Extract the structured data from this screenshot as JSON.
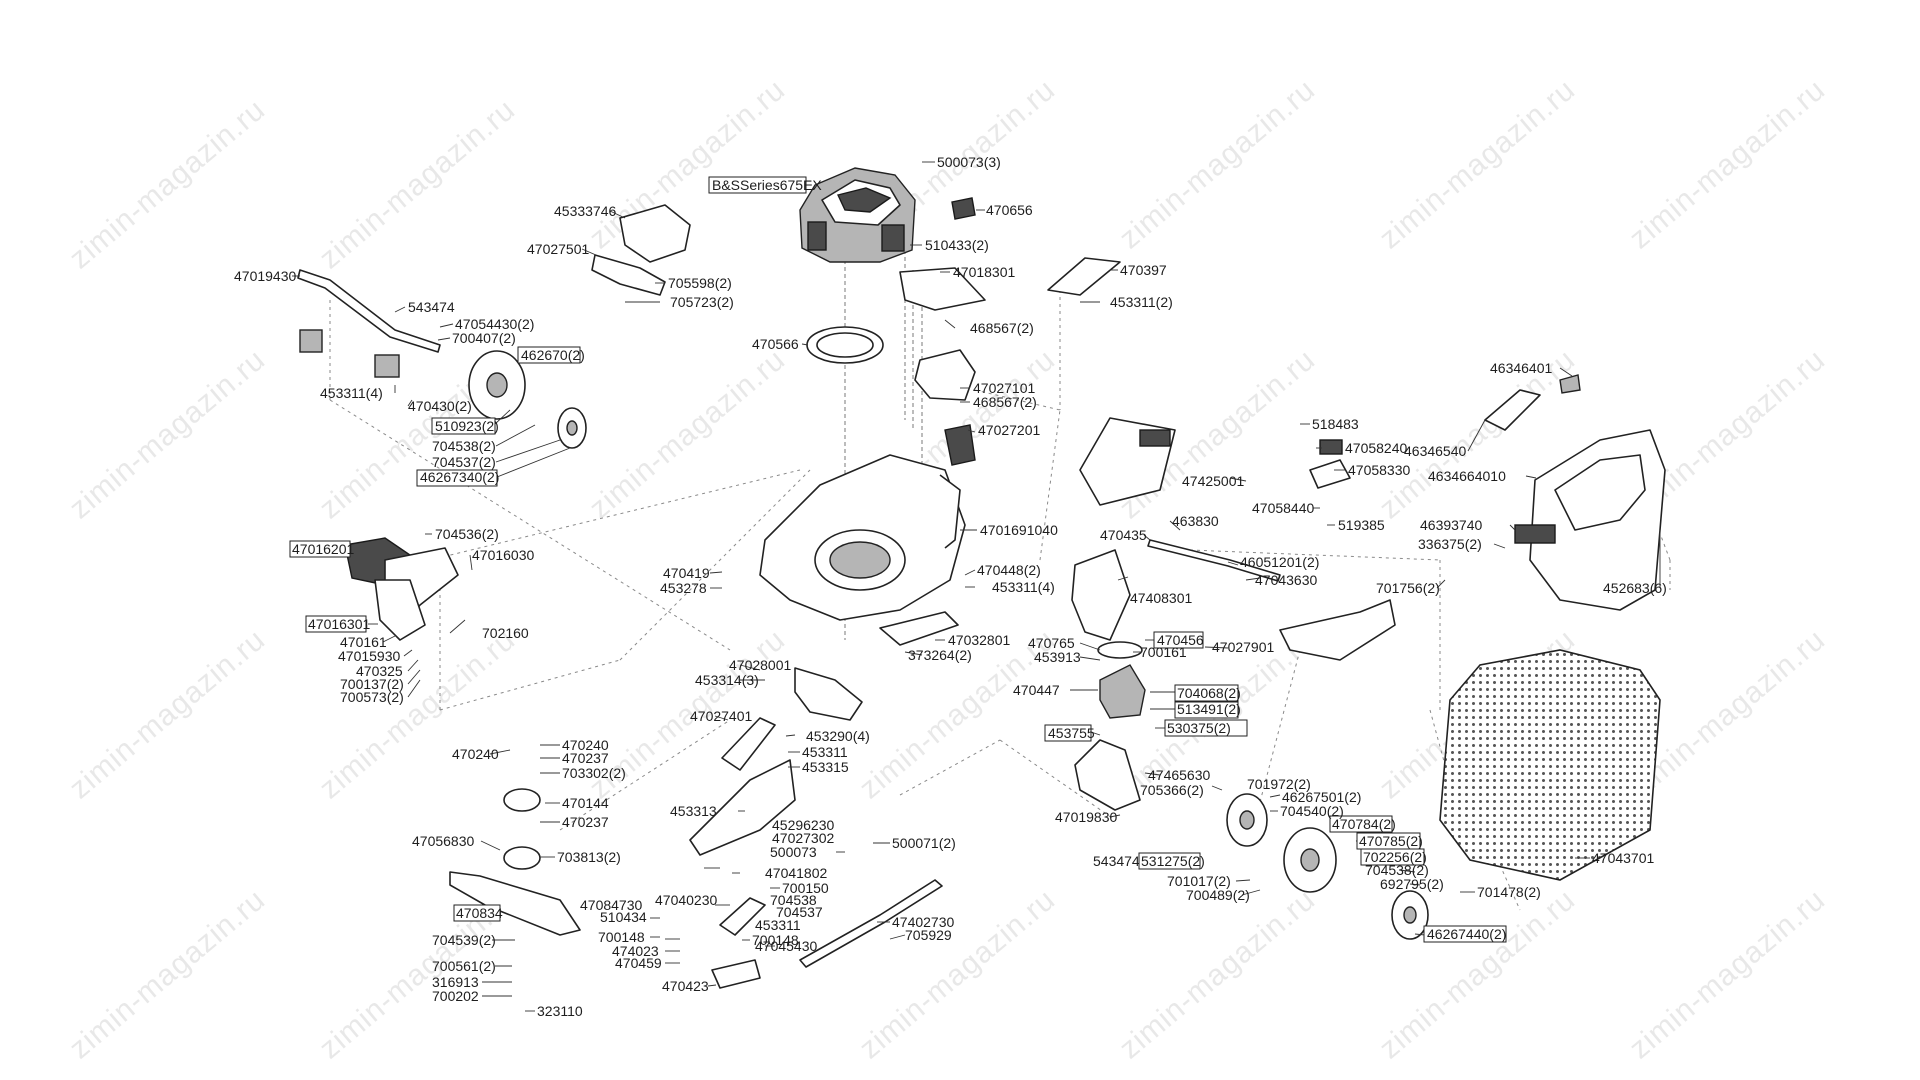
{
  "watermark": "zimin-magazin.ru",
  "engine_model": "B&SSeries675EX",
  "labels": {
    "l500073_3": "500073(3)",
    "l470656": "470656",
    "l45333746": "45333746",
    "l47027501": "47027501",
    "l510433_2": "510433(2)",
    "l47018301": "47018301",
    "l470397": "470397",
    "l453311_2": "453311(2)",
    "l705598_2": "705598(2)",
    "l705723_2": "705723(2)",
    "l47019430": "47019430",
    "l543474a": "543474",
    "l47054430_2": "47054430(2)",
    "l700407_2": "700407(2)",
    "l462670_2": "462670(2)",
    "l453311_4": "453311(4)",
    "l470430_2": "470430(2)",
    "l510923_2": "510923(2)",
    "l704538_2a": "704538(2)",
    "l704537_2a": "704537(2)",
    "l46267340_2": "46267340(2)",
    "l470566": "470566",
    "l468567_2a": "468567(2)",
    "l47027101": "47027101",
    "l468567_2b": "468567(2)",
    "l47027201": "47027201",
    "l46346401": "46346401",
    "l518483": "518483",
    "l47058240": "47058240",
    "l46346540": "46346540",
    "l4634664010": "4634664010",
    "l47058330": "47058330",
    "l47425001": "47425001",
    "l47058440": "47058440",
    "l519385": "519385",
    "l46393740": "46393740",
    "l336375_2": "336375(2)",
    "l463830": "463830",
    "l470435": "470435",
    "l46051201_2": "46051201(2)",
    "l47043630": "47043630",
    "l701756_2": "701756(2)",
    "l452683_6": "452683(6)",
    "l47016201": "47016201",
    "l704536_2": "704536(2)",
    "l47016030": "47016030",
    "l4701691040": "4701691040",
    "l470419": "470419",
    "l453278": "453278",
    "l470448_2": "470448(2)",
    "l453311_4b": "453311(4)",
    "l47016301": "47016301",
    "l702160": "702160",
    "l470161": "470161",
    "l47015930": "47015930",
    "l470325": "470325",
    "l700137_2": "700137(2)",
    "l700573_2": "700573(2)",
    "l47032801": "47032801",
    "l373264_2": "373264(2)",
    "l47408301": "47408301",
    "l470765": "470765",
    "l470456": "470456",
    "l453913": "453913",
    "l700161": "700161",
    "l47027901": "47027901",
    "l47028001": "47028001",
    "l453314_3": "453314(3)",
    "l470447": "470447",
    "l704068_2": "704068(2)",
    "l513491_2": "513491(2)",
    "l47027401": "47027401",
    "l453290_4": "453290(4)",
    "l453755": "453755",
    "l530375_2": "530375(2)",
    "l470240a": "470240",
    "l470240b": "470240",
    "l470237a": "470237",
    "l703302_2": "703302(2)",
    "l453311": "453311",
    "l453315": "453315",
    "l47465630": "47465630",
    "l705366_2": "705366(2)",
    "l701972_2": "701972(2)",
    "l470144": "470144",
    "l470237b": "470237",
    "l453313": "453313",
    "l45296230": "45296230",
    "l46267501_2": "46267501(2)",
    "l704540_2": "704540(2)",
    "l47019830": "47019830",
    "l470784_2": "470784(2)",
    "l47056830": "47056830",
    "l703813_2": "703813(2)",
    "l500073": "500073",
    "l500071_2": "500071(2)",
    "l470785_2": "470785(2)",
    "l543474b": "543474",
    "l531275_2": "531275(2)",
    "l702256_2": "702256(2)",
    "l47043701": "47043701",
    "l47041802": "47041802",
    "l701017_2": "701017(2)",
    "l704538_2b": "704538(2)",
    "l692795_2": "692795(2)",
    "l700150": "700150",
    "l470834": "470834",
    "l47084730": "47084730",
    "l47040230": "47040230",
    "l704538": "704538",
    "l700489_2": "700489(2)",
    "l701478_2": "701478(2)",
    "l510434": "510434",
    "l704537": "704537",
    "l453311c": "453311",
    "l47402730": "47402730",
    "l704539_2": "704539(2)",
    "l700148a": "700148",
    "l700148b": "700148",
    "l705929": "705929",
    "l474023": "474023",
    "l47045430": "47045430",
    "l470459": "470459",
    "l46267440_2": "46267440(2)",
    "l700561_2": "700561(2)",
    "l316913": "316913",
    "l470423": "470423",
    "l700202": "700202",
    "l323110": "323110",
    "l47027302": "47027302"
  }
}
